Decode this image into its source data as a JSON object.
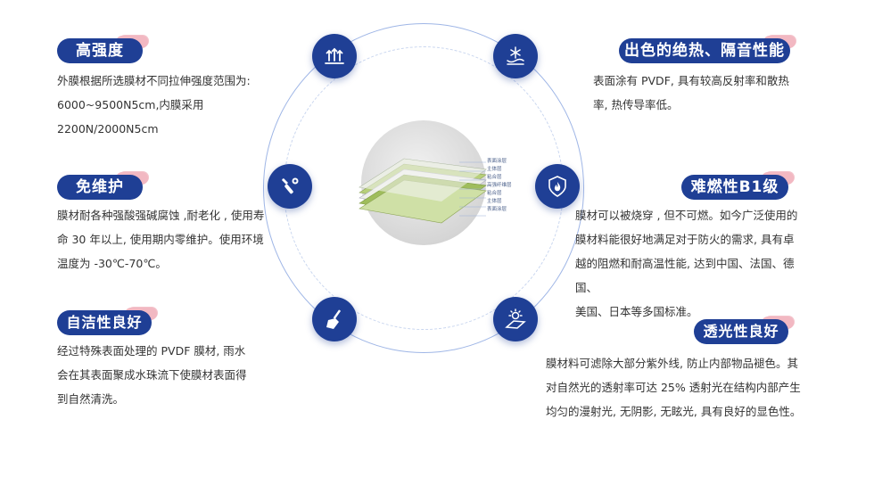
{
  "center": {
    "layer_labels": [
      "表面涂层",
      "主体层",
      "粘合层",
      "高强纤维层",
      "粘合层",
      "主体层",
      "表面涂层"
    ]
  },
  "features": [
    {
      "id": "high-strength",
      "title": "高强度",
      "icon": "strength-arrows-icon",
      "desc_lines": [
        "外膜根据所选膜材不同拉伸强度范围为:",
        "6000~9500N5cm,内膜采用",
        "2200N/2000N5cm"
      ]
    },
    {
      "id": "maintenance-free",
      "title": "免维护",
      "icon": "wrench-tools-icon",
      "desc_lines": [
        "膜材耐各种强酸强碱腐蚀 ,耐老化 , 使用寿",
        "命 30 年以上, 使用期内零维护。使用环境",
        "温度为 -30℃-70℃。"
      ]
    },
    {
      "id": "self-cleaning",
      "title": "自洁性良好",
      "icon": "broom-icon",
      "desc_lines": [
        "经过特殊表面处理的 PVDF 膜材, 雨水",
        "会在其表面聚成水珠流下使膜材表面得",
        "到自然清洗。"
      ]
    },
    {
      "id": "insulation",
      "title": "出色的绝热、隔音性能",
      "icon": "snowflake-insulation-icon",
      "desc_lines": [
        "表面涂有 PVDF, 具有较高反射率和散热",
        "率, 热传导率低。"
      ]
    },
    {
      "id": "flame-retardant",
      "title": "难燃性B1级",
      "icon": "flame-shield-icon",
      "desc_lines": [
        "膜材可以被烧穿 , 但不可燃。如今广泛使用的",
        "膜材料能很好地满足对于防火的需求, 具有卓",
        "越的阻燃和耐高温性能, 达到中国、法国、德国、",
        "美国、日本等多国标准。"
      ]
    },
    {
      "id": "light-transmission",
      "title": "透光性良好",
      "icon": "sun-light-icon",
      "desc_lines": [
        "膜材料可滤除大部分紫外线, 防止内部物品褪色。其",
        "对自然光的透射率可达 25% 透射光在结构内部产生",
        "均匀的漫射光, 无阴影, 无眩光, 具有良好的显色性。"
      ]
    }
  ]
}
